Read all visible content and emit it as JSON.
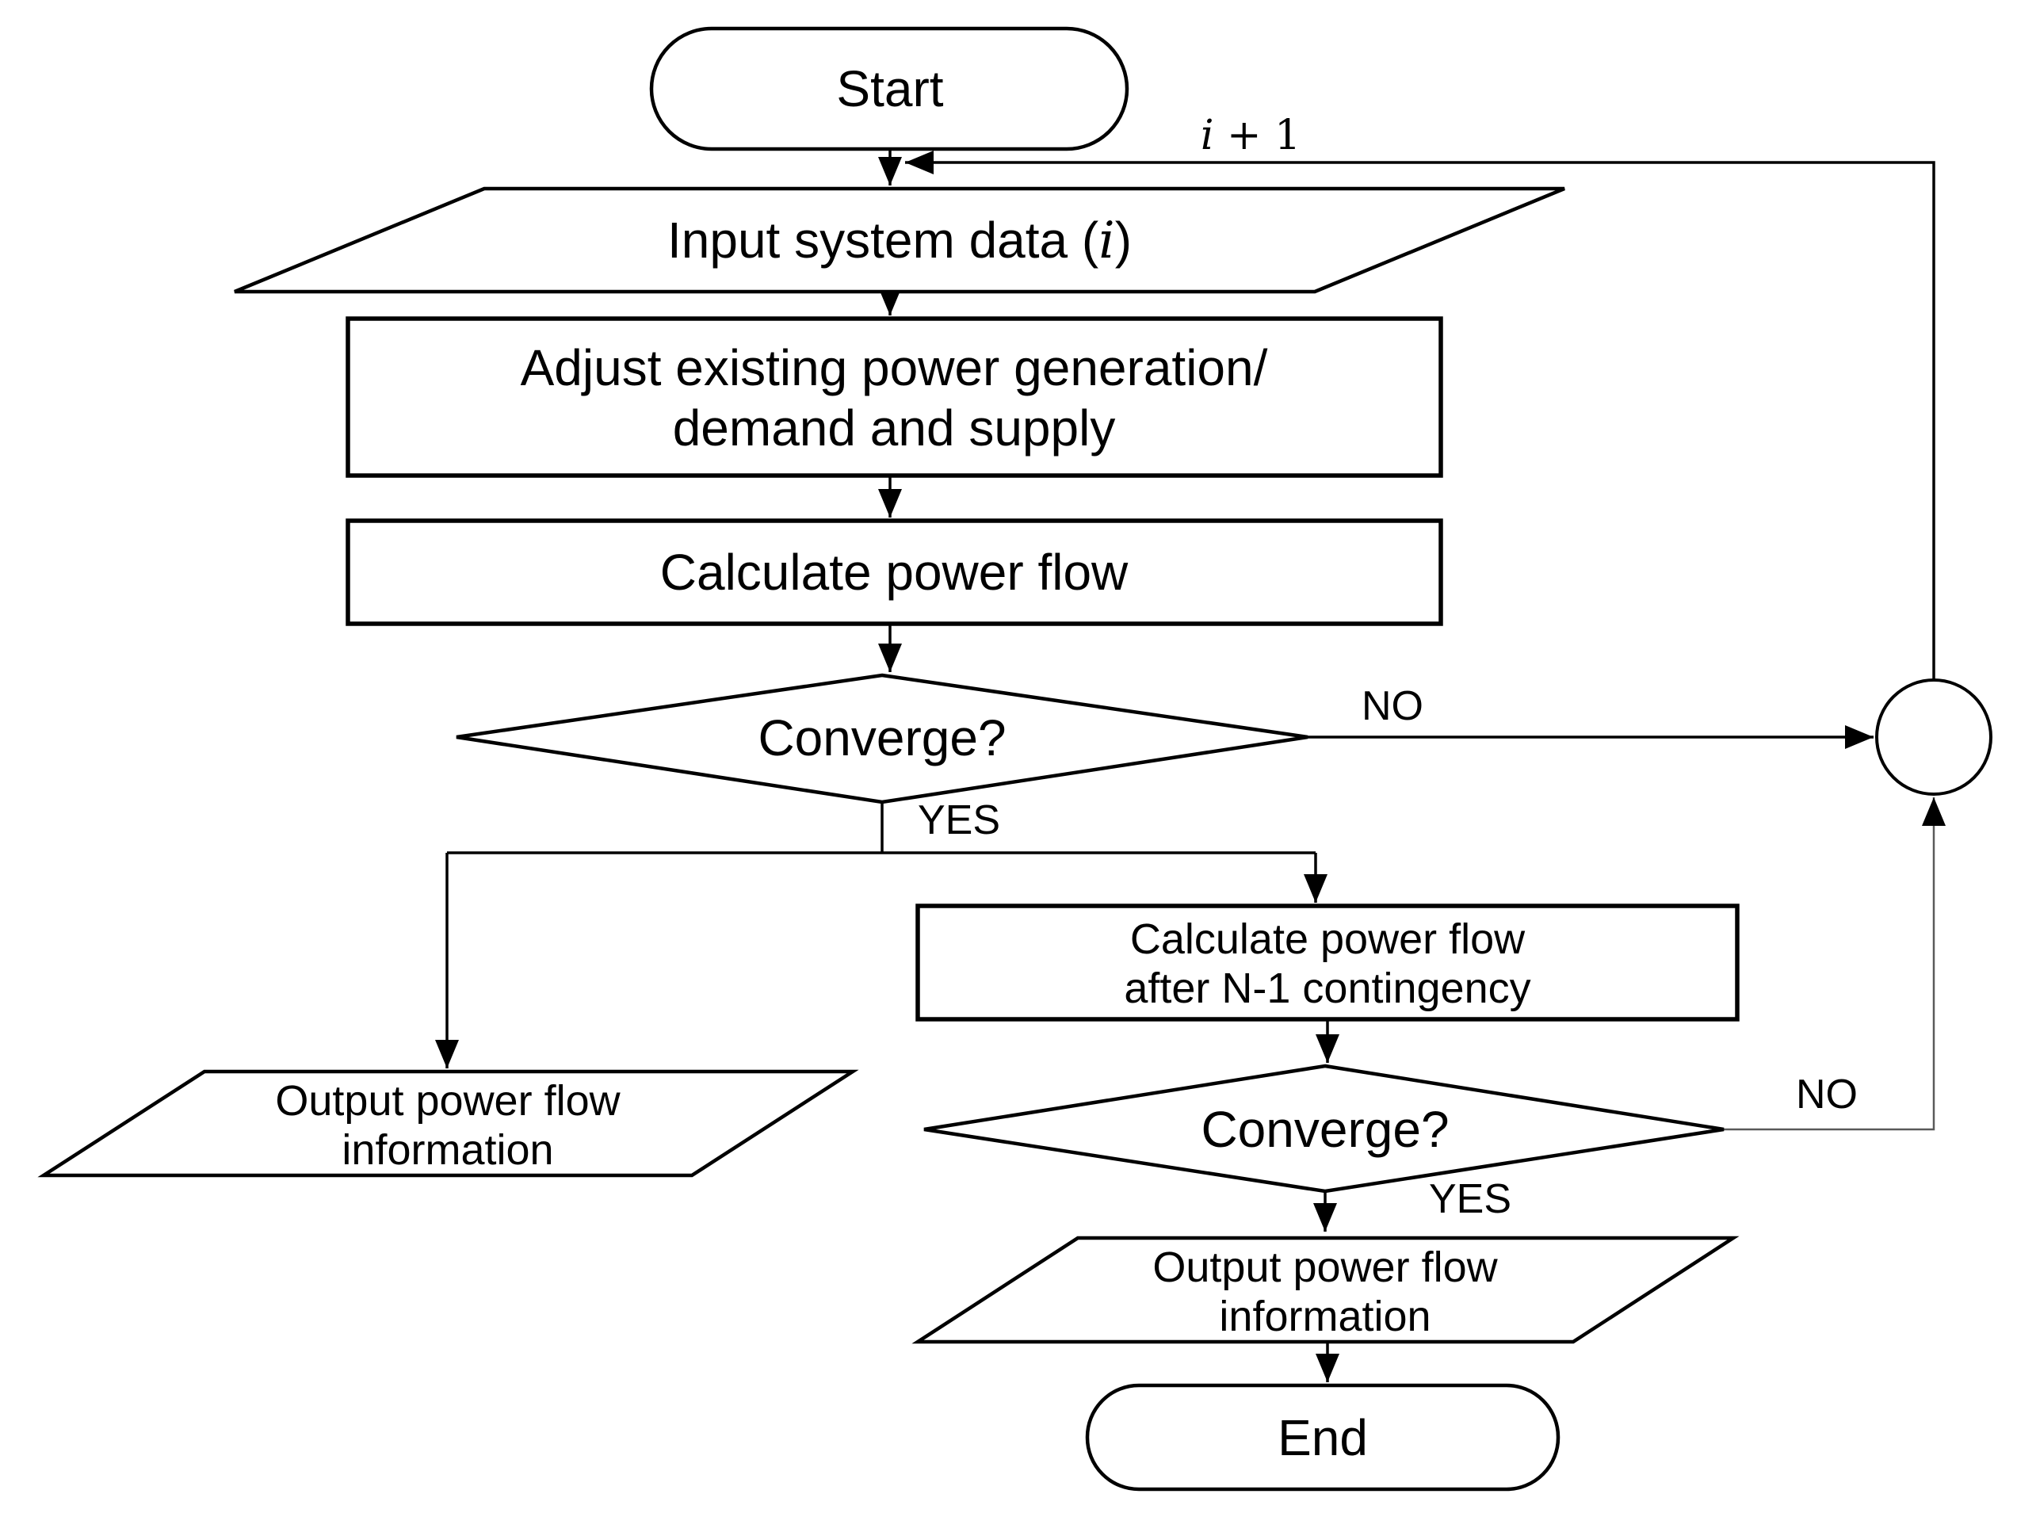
{
  "flowchart": {
    "nodes": {
      "start": {
        "label": "Start"
      },
      "input_system_data": {
        "prefix": "Input system data (",
        "variable": "i",
        "suffix": ")"
      },
      "adjust_generation": {
        "line1": "Adjust existing power generation/",
        "line2": "demand and supply"
      },
      "calculate_power_flow": {
        "label": "Calculate power flow"
      },
      "converge_1": {
        "label": "Converge?"
      },
      "output_power_flow_1": {
        "line1": "Output power flow",
        "line2": "information"
      },
      "calculate_contingency": {
        "line1": "Calculate power flow",
        "line2": "after N-1 contingency"
      },
      "converge_2": {
        "label": "Converge?"
      },
      "output_power_flow_2": {
        "line1": "Output power flow",
        "line2": "information"
      },
      "end": {
        "label": "End"
      }
    },
    "edge_labels": {
      "no_1": "NO",
      "yes_1": "YES",
      "no_2": "NO",
      "yes_2": "YES",
      "iteration_variable": "i",
      "iteration_suffix": " + 1"
    },
    "colors": {
      "stroke": "#000000",
      "background": "#ffffff",
      "return_line": "#5a5a5a"
    }
  }
}
